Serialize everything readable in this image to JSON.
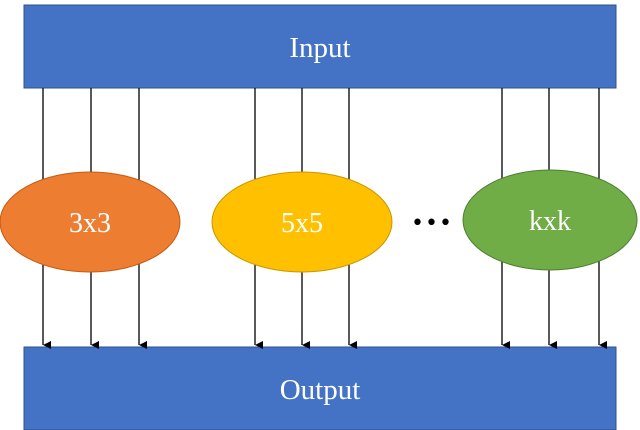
{
  "input_box": {
    "label": "Input",
    "color": "#4472C4"
  },
  "output_box": {
    "label": "Output",
    "color": "#4472C4"
  },
  "nodes": [
    {
      "label": "3x3",
      "color": "#ED7D31",
      "border": "#C55A11"
    },
    {
      "label": "5x5",
      "color": "#FFC000",
      "border": "#C89600"
    },
    {
      "label": "kxk",
      "color": "#70AD47",
      "border": "#507E32"
    }
  ],
  "ellipsis": "•••",
  "arrow_color": "#000000"
}
